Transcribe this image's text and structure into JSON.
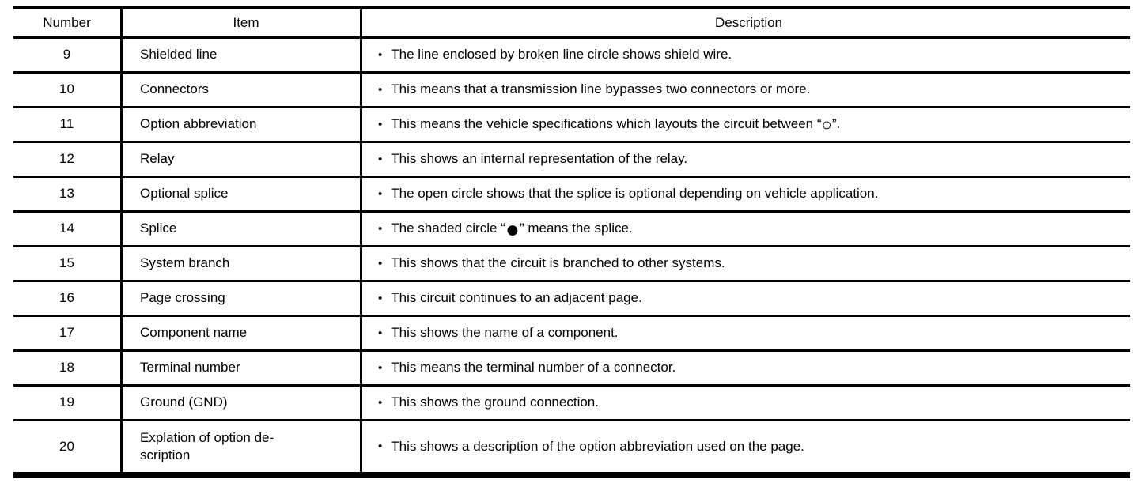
{
  "colors": {
    "background": "#ffffff",
    "text": "#000000",
    "border": "#000000"
  },
  "table": {
    "bullet_char": "•",
    "headers": {
      "number": "Number",
      "item": "Item",
      "description": "Description"
    },
    "rows": [
      {
        "number": "9",
        "item": "Shielded line",
        "description": "The line enclosed by broken line circle shows shield wire."
      },
      {
        "number": "10",
        "item": "Connectors",
        "description": "This means that a transmission line bypasses two connectors or more."
      },
      {
        "number": "11",
        "item": "Option abbreviation",
        "description_pre": "This means the vehicle specifications which layouts the circuit between “",
        "glyph": "○",
        "description_post": "”."
      },
      {
        "number": "12",
        "item": "Relay",
        "description": "This shows an internal representation of the relay."
      },
      {
        "number": "13",
        "item": "Optional splice",
        "description": "The open circle shows that the splice is optional depending on vehicle application."
      },
      {
        "number": "14",
        "item": "Splice",
        "description_pre": "The shaded circle “",
        "glyph": "●",
        "description_post": "” means the splice."
      },
      {
        "number": "15",
        "item": "System branch",
        "description": "This shows that the circuit is branched to other systems."
      },
      {
        "number": "16",
        "item": "Page crossing",
        "description": "This circuit continues to an adjacent page."
      },
      {
        "number": "17",
        "item": "Component name",
        "description": "This shows the name of a component."
      },
      {
        "number": "18",
        "item": "Terminal number",
        "description": "This means the terminal number of a connector."
      },
      {
        "number": "19",
        "item": "Ground (GND)",
        "description": "This shows the ground connection."
      },
      {
        "number": "20",
        "item": "Explation of option de-\nscription",
        "description": "This shows a description of the option abbreviation used on the page."
      }
    ]
  }
}
